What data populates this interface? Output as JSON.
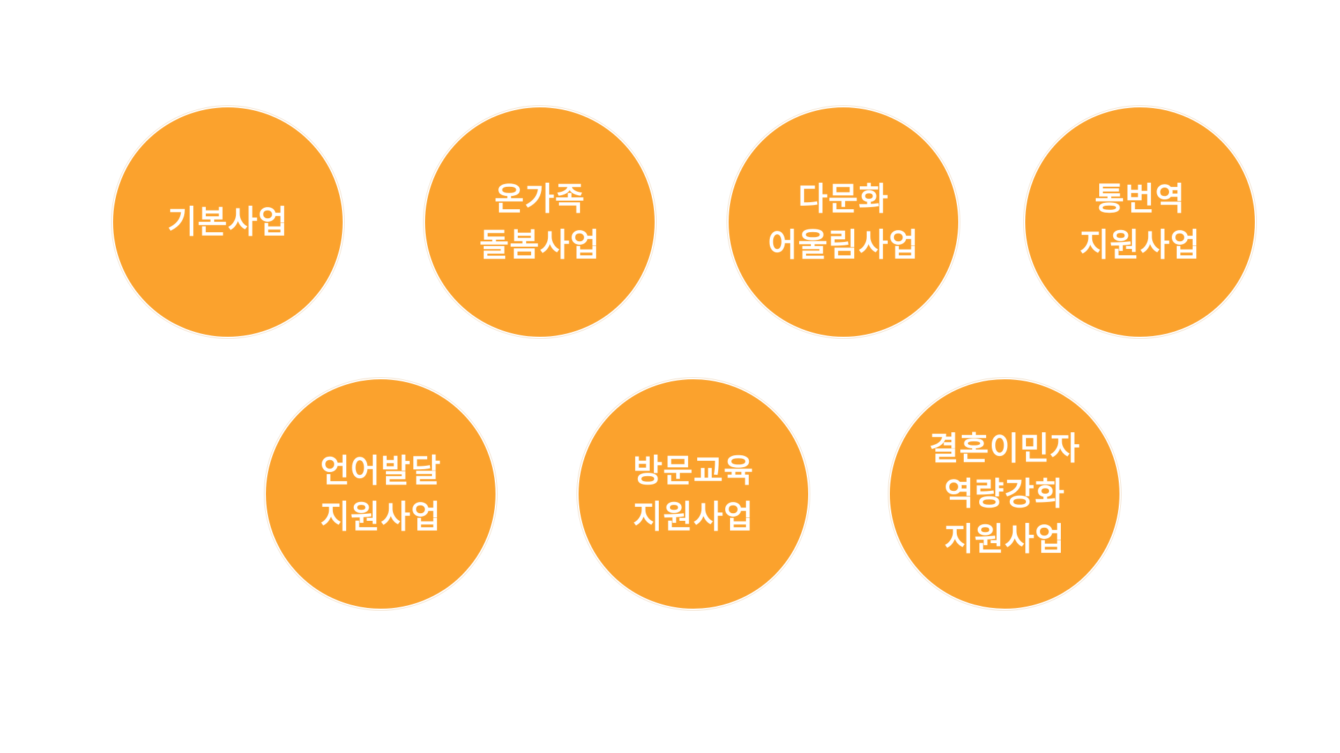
{
  "programs": [
    {
      "label": "기본사업"
    },
    {
      "label": "온가족\n돌봄사업"
    },
    {
      "label": "다문화\n어울림사업"
    },
    {
      "label": "통번역\n지원사업"
    },
    {
      "label": "언어발달\n지원사업"
    },
    {
      "label": "방문교육\n지원사업"
    },
    {
      "label": "결혼이민자\n역량강화\n지원사업"
    }
  ],
  "colors": {
    "circle_fill": "#FBA22D",
    "text": "#FFFFFF",
    "background": "#FFFFFF"
  }
}
